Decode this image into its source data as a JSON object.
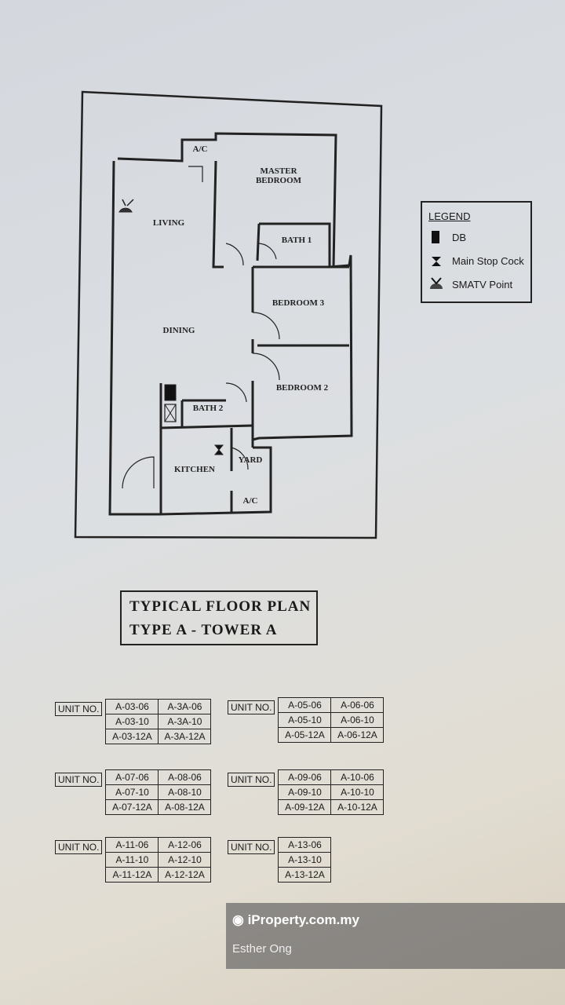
{
  "floor_plan": {
    "rooms": {
      "ac_top": "A/C",
      "master_bedroom": "MASTER BEDROOM",
      "living": "LIVING",
      "bath1": "BATH 1",
      "bedroom3": "BEDROOM 3",
      "dining": "DINING",
      "bedroom2": "BEDROOM 2",
      "bath2": "BATH 2",
      "kitchen": "KITCHEN",
      "yard": "YARD",
      "ac_bottom": "A/C"
    }
  },
  "legend": {
    "title": "LEGEND",
    "items": [
      {
        "icon": "db-icon",
        "label": "DB"
      },
      {
        "icon": "stop-cock-icon",
        "label": "Main Stop Cock"
      },
      {
        "icon": "smatv-icon",
        "label": "SMATV Point"
      }
    ]
  },
  "title": {
    "line1": "TYPICAL FLOOR PLAN",
    "line2": "TYPE A - TOWER A"
  },
  "unit_tables": [
    {
      "label": "UNIT NO.",
      "rows": [
        [
          "A-03-06",
          "A-3A-06"
        ],
        [
          "A-03-10",
          "A-3A-10"
        ],
        [
          "A-03-12A",
          "A-3A-12A"
        ]
      ]
    },
    {
      "label": "UNIT NO.",
      "rows": [
        [
          "A-05-06",
          "A-06-06"
        ],
        [
          "A-05-10",
          "A-06-10"
        ],
        [
          "A-05-12A",
          "A-06-12A"
        ]
      ]
    },
    {
      "label": "UNIT NO.",
      "rows": [
        [
          "A-07-06",
          "A-08-06"
        ],
        [
          "A-07-10",
          "A-08-10"
        ],
        [
          "A-07-12A",
          "A-08-12A"
        ]
      ]
    },
    {
      "label": "UNIT NO.",
      "rows": [
        [
          "A-09-06",
          "A-10-06"
        ],
        [
          "A-09-10",
          "A-10-10"
        ],
        [
          "A-09-12A",
          "A-10-12A"
        ]
      ]
    },
    {
      "label": "UNIT NO.",
      "rows": [
        [
          "A-11-06",
          "A-12-06"
        ],
        [
          "A-11-10",
          "A-12-10"
        ],
        [
          "A-11-12A",
          "A-12-12A"
        ]
      ]
    },
    {
      "label": "UNIT NO.",
      "rows": [
        [
          "A-13-06"
        ],
        [
          "A-13-10"
        ],
        [
          "A-13-12A"
        ]
      ]
    }
  ],
  "watermark": {
    "brand": "iProperty.com.my",
    "agent": "Esther Ong"
  }
}
